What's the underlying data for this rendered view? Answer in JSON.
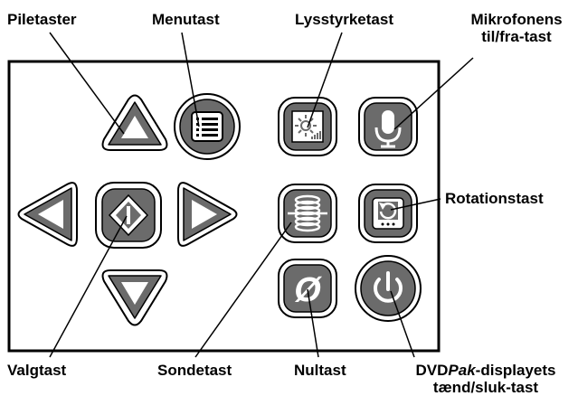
{
  "labels": {
    "piletaster": "Piletaster",
    "menutast": "Menutast",
    "lysstyrketast": "Lysstyrketast",
    "mikrofon_line1": "Mikrofonens",
    "mikrofon_line2": "til/fra-tast",
    "rotationstast": "Rotationstast",
    "valgtast": "Valgtast",
    "sondetast": "Sondetast",
    "nultast": "Nultast",
    "dvd_prefix": "DVD",
    "dvd_italic": "Pak",
    "dvd_suffix": "-displayets",
    "dvd_line2": "tænd/sluk-tast"
  },
  "keys": {
    "nultast_symbol": "Ø"
  },
  "colors": {
    "button_fill": "#6b6b6b",
    "button_inner": "#ffffff",
    "stroke": "#000000"
  }
}
